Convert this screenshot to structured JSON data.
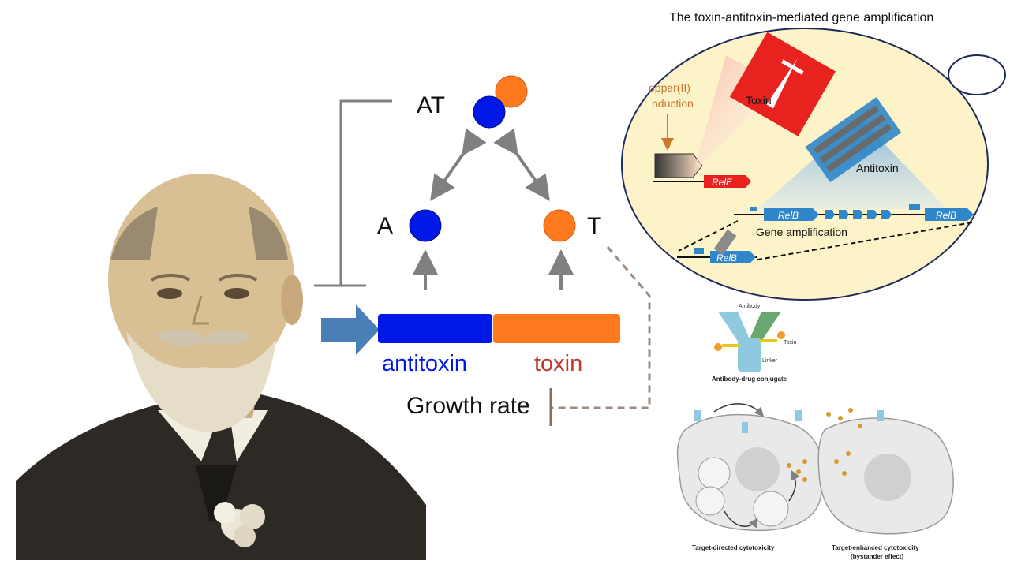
{
  "circuit": {
    "complex_label": "AT",
    "antitoxin_label": "A",
    "toxin_label": "T",
    "antitoxin_gene_label": "antitoxin",
    "toxin_gene_label": "toxin",
    "growth_label": "Growth rate",
    "colors": {
      "antitoxin": "#0018e6",
      "toxin": "#ff7a1f",
      "promoter_arrow": "#4a7fb8",
      "arrows": "#808080",
      "dashed_link": "#9c8b80",
      "toxin_text": "#c0392b"
    }
  },
  "panel_top_right": {
    "title": "The toxin-antitoxin-mediated gene amplification",
    "induction_label_line1": "opper(II)",
    "induction_label_line2": "nduction",
    "toxin_label": "Toxin",
    "antitoxin_label": "Antitoxin",
    "rele_gene": "RelE",
    "relb_gene": "RelB",
    "amplification_label": "Gene amplification",
    "colors": {
      "cell_fill": "#fdf3c8",
      "cell_stroke": "#1e2a5a",
      "toxin_red": "#e8231f",
      "gene_blue": "#2f86c8"
    }
  },
  "panel_adc": {
    "antibody_label": "Antibody",
    "toxin_label": "Toxin",
    "linker_label": "Linker",
    "caption": "Antibody-drug conjugate"
  },
  "panel_cytotoxicity": {
    "caption_left": "Target-directed cytotoxicity",
    "caption_right_line1": "Target-enhanced cytotoxicity",
    "caption_right_line2": "(bystander effect)"
  },
  "portrait": {
    "description_icon": "portrait-photo"
  }
}
